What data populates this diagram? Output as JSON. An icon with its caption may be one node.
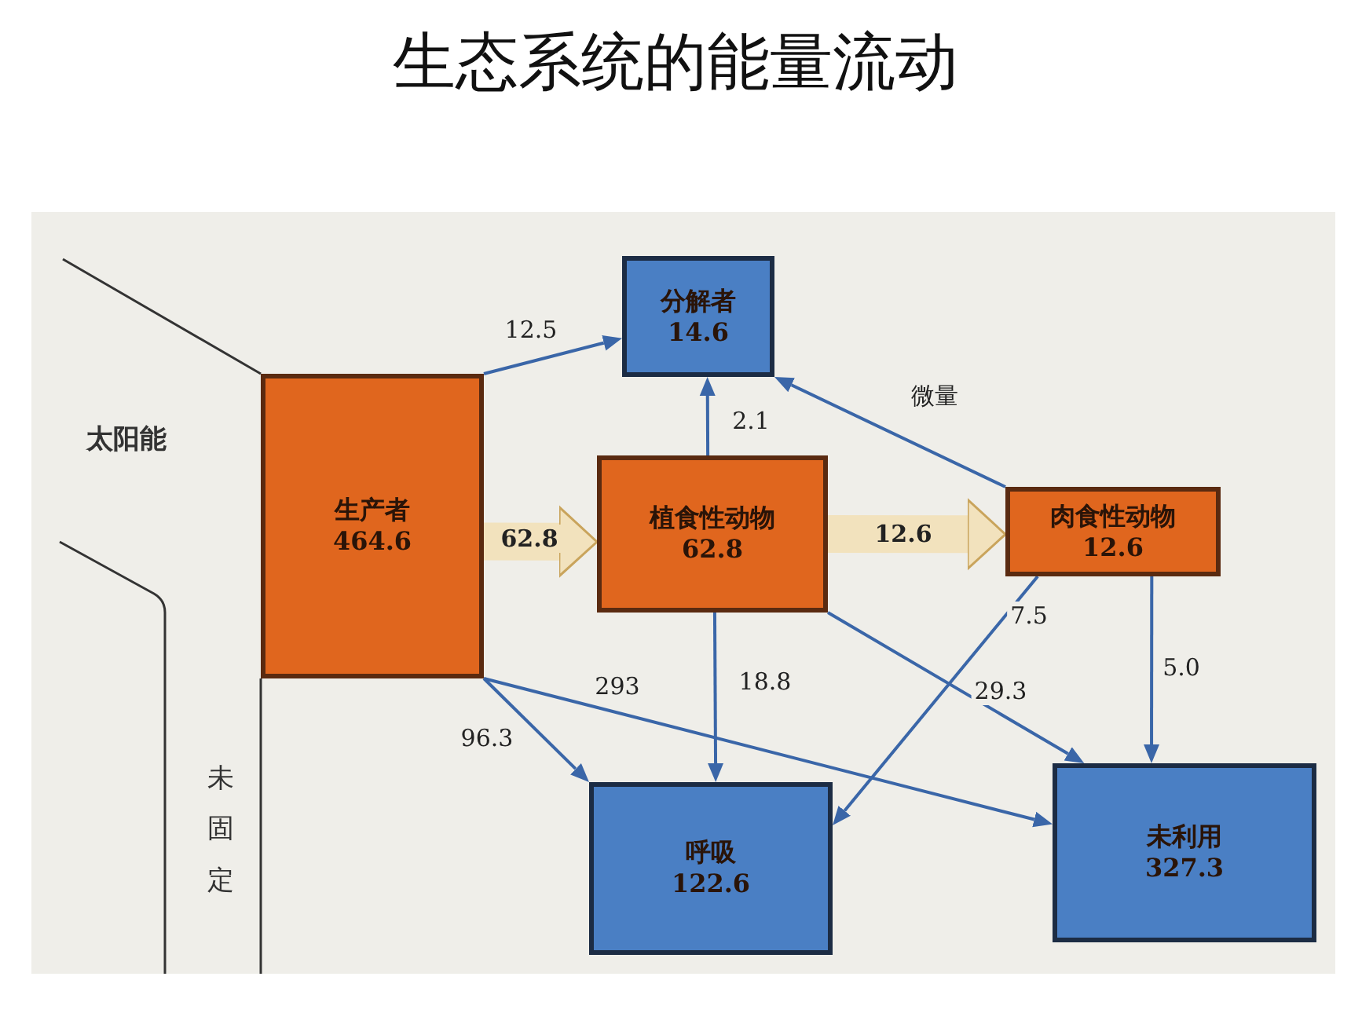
{
  "diagram": {
    "title": "生态系统的能量流动",
    "nodes": [
      {
        "text": [
          "生产者",
          "464.6"
        ]
      },
      {
        "text": [
          "分解者",
          "14.6"
        ]
      },
      {
        "text": [
          "植食性动物",
          "62.8"
        ]
      },
      {
        "text": [
          "肉食性动物",
          "12.6"
        ]
      },
      {
        "text": [
          "呼吸",
          "122.6"
        ]
      },
      {
        "text": [
          "未利用",
          "327.3"
        ]
      }
    ],
    "edges": [
      {
        "from": 0,
        "to": 1,
        "arrow": "to",
        "label": "12.5"
      },
      {
        "from": 0,
        "to": 2,
        "arrow": "to",
        "label": "62.8",
        "style": "thick",
        "color": "#f2e2bd"
      },
      {
        "from": 2,
        "to": 3,
        "arrow": "to",
        "label": "12.6",
        "style": "thick",
        "color": "#f2e2bd"
      },
      {
        "from": 2,
        "to": 1,
        "arrow": "to",
        "label": "2.1"
      },
      {
        "from": 3,
        "to": 1,
        "arrow": "to",
        "label": "微量"
      },
      {
        "from": 0,
        "to": 4,
        "arrow": "to",
        "label": "96.3"
      },
      {
        "from": 0,
        "to": 5,
        "arrow": "to",
        "label": "293"
      },
      {
        "from": 2,
        "to": 4,
        "arrow": "to",
        "label": "18.8"
      },
      {
        "from": 2,
        "to": 5,
        "arrow": "to",
        "label": "29.3"
      },
      {
        "from": 3,
        "to": 4,
        "arrow": "to",
        "label": "7.5"
      },
      {
        "from": 3,
        "to": 5,
        "arrow": "to",
        "label": "5.0"
      }
    ],
    "labels": [
      "太阳能",
      "未固定"
    ]
  }
}
